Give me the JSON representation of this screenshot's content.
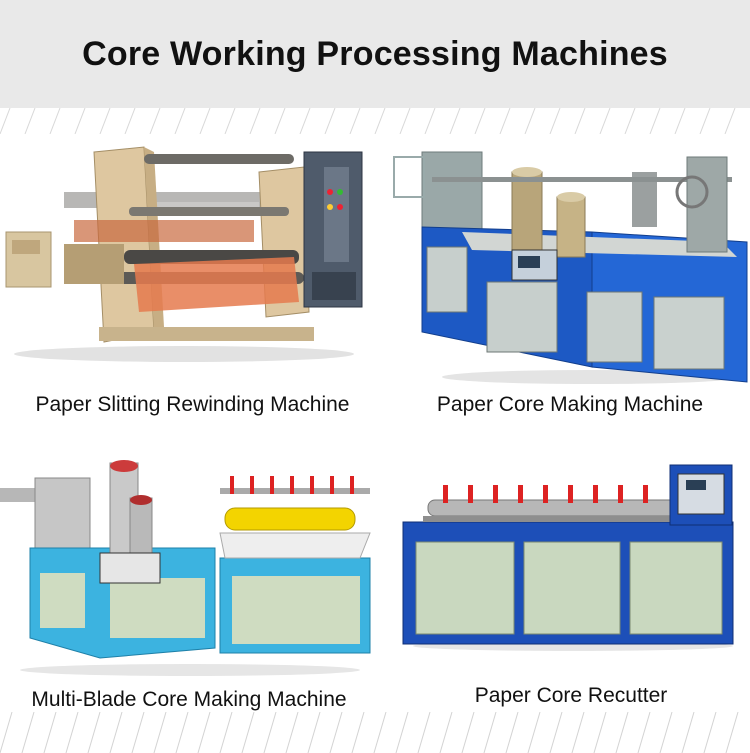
{
  "title": "Core Working Processing Machines",
  "products": [
    {
      "name": "Paper Slitting Rewinding Machine",
      "icon": "slitting-rewinding-machine-image"
    },
    {
      "name": "Paper Core Making Machine",
      "icon": "core-making-machine-image"
    },
    {
      "name": "Multi-Blade Core Making Machine",
      "icon": "multi-blade-core-machine-image"
    },
    {
      "name": "Paper Core Recutter",
      "icon": "core-recutter-image"
    }
  ],
  "colors": {
    "header_bg": "#e9e9e9",
    "machine_blue": "#1d59c4",
    "machine_beige": "#d9c29a",
    "panel_green": "#cfd9c3",
    "cyan_machine": "#3cb3e0"
  }
}
